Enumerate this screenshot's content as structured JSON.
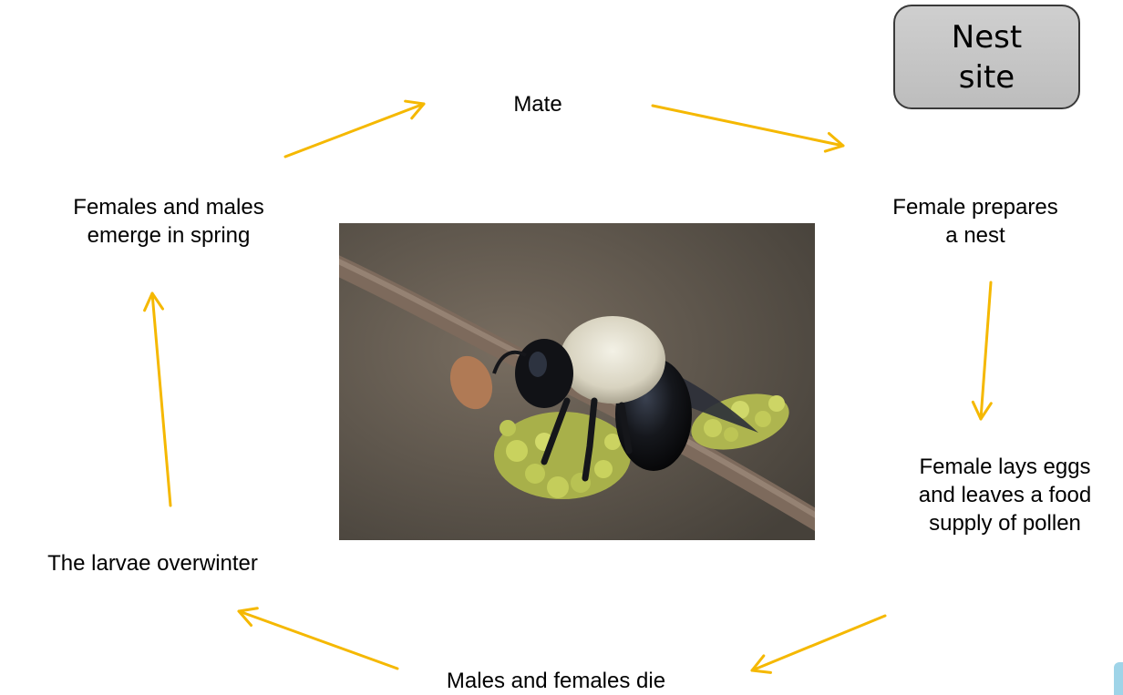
{
  "diagram": {
    "nodes": {
      "mate": {
        "lines": [
          "Mate"
        ]
      },
      "female_prepares": {
        "lines": [
          "Female prepares",
          "a nest"
        ]
      },
      "female_lays": {
        "lines": [
          "Female lays eggs",
          "and leaves a food",
          "supply of pollen"
        ]
      },
      "males_females_die": {
        "lines": [
          "Males and females die"
        ]
      },
      "larvae_overwinter": {
        "lines": [
          "The larvae overwinter"
        ]
      },
      "emerge": {
        "lines": [
          "Females and males",
          "emerge in spring"
        ]
      }
    },
    "callout": {
      "lines": [
        "Nest",
        "site"
      ]
    },
    "arrow_color": "#F5B800",
    "photo": {
      "subject": "bee-on-flowering-twig"
    }
  }
}
